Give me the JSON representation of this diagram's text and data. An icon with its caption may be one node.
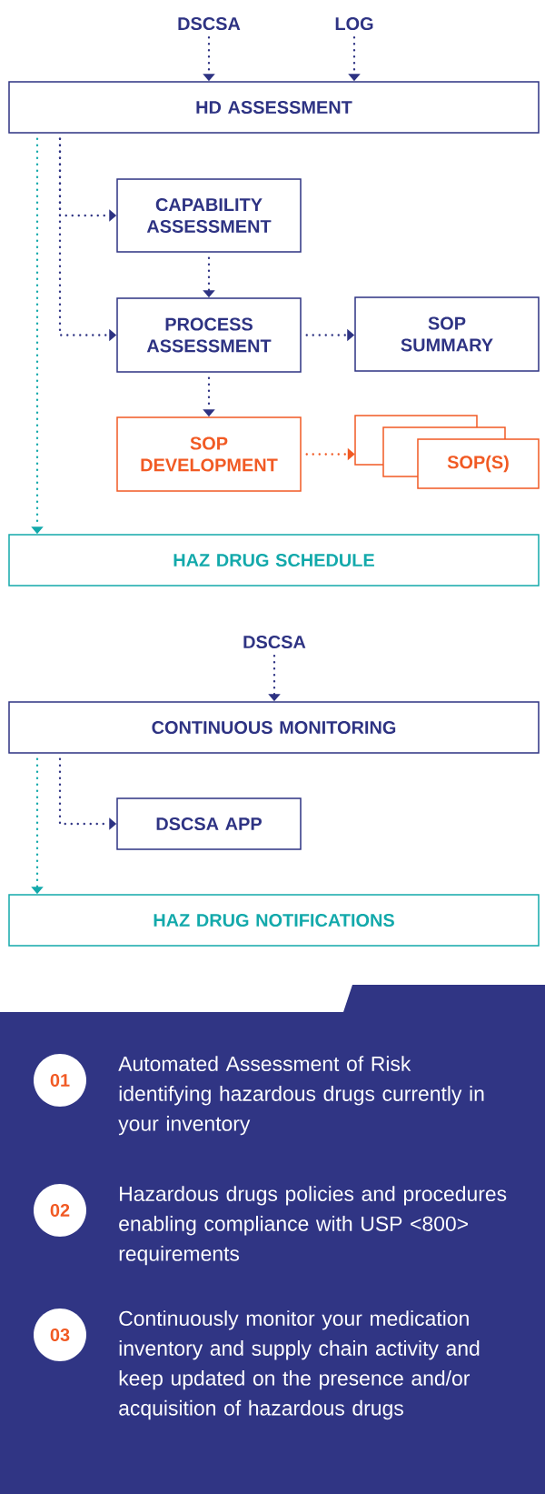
{
  "diagram": {
    "nodes": [
      {
        "text": [
          "DSCSA"
        ]
      },
      {
        "text": [
          "LOG"
        ]
      },
      {
        "text": [
          "HD ASSESSMENT"
        ]
      },
      {
        "text": [
          "CAPABILITY ASSESSMENT"
        ]
      },
      {
        "text": [
          "PROCESS ASSESSMENT"
        ]
      },
      {
        "text": [
          "SOP SUMMARY"
        ]
      },
      {
        "text": [
          "SOP DEVELOPMENT"
        ]
      },
      {
        "text": [
          "SOP(S)"
        ]
      },
      {
        "text": [
          "HAZ DRUG SCHEDULE"
        ]
      },
      {
        "text": [
          "DSCSA"
        ]
      },
      {
        "text": [
          "CONTINUOUS MONITORING"
        ]
      },
      {
        "text": [
          "DSCSA APP"
        ]
      },
      {
        "text": [
          "HAZ DRUG NOTIFICATIONS"
        ]
      },
      {
        "text": [
          "01"
        ],
        "beside": [
          "Automated Assessment of Risk identifying hazardous drugs currently in your inventory"
        ]
      },
      {
        "text": [
          "02"
        ],
        "beside": [
          "Hazardous drugs policies and procedures enabling compliance with USP <800> requirements"
        ]
      },
      {
        "text": [
          "03"
        ],
        "beside": [
          "Continuously monitor your medication inventory and supply chain activity and keep updated on the presence and/or acquisition of hazardous drugs"
        ]
      }
    ],
    "edges": [
      {
        "from": 0,
        "to": 2,
        "arrow": "to"
      },
      {
        "from": 1,
        "to": 2,
        "arrow": "to"
      },
      {
        "from": 2,
        "to": 8,
        "arrow": "to",
        "color": "#13a9ab"
      },
      {
        "from": 2,
        "to": 3,
        "arrow": "to"
      },
      {
        "from": 2,
        "to": 4,
        "arrow": "to"
      },
      {
        "from": 3,
        "to": 4,
        "arrow": "to"
      },
      {
        "from": 4,
        "to": 5,
        "arrow": "to"
      },
      {
        "from": 4,
        "to": 6,
        "arrow": "to"
      },
      {
        "from": 6,
        "to": 7,
        "arrow": "to",
        "color": "#f15a24"
      },
      {
        "from": 9,
        "to": 10,
        "arrow": "to"
      },
      {
        "from": 10,
        "to": 12,
        "arrow": "to",
        "color": "#13a9ab"
      },
      {
        "from": 10,
        "to": 11,
        "arrow": "to"
      }
    ]
  }
}
